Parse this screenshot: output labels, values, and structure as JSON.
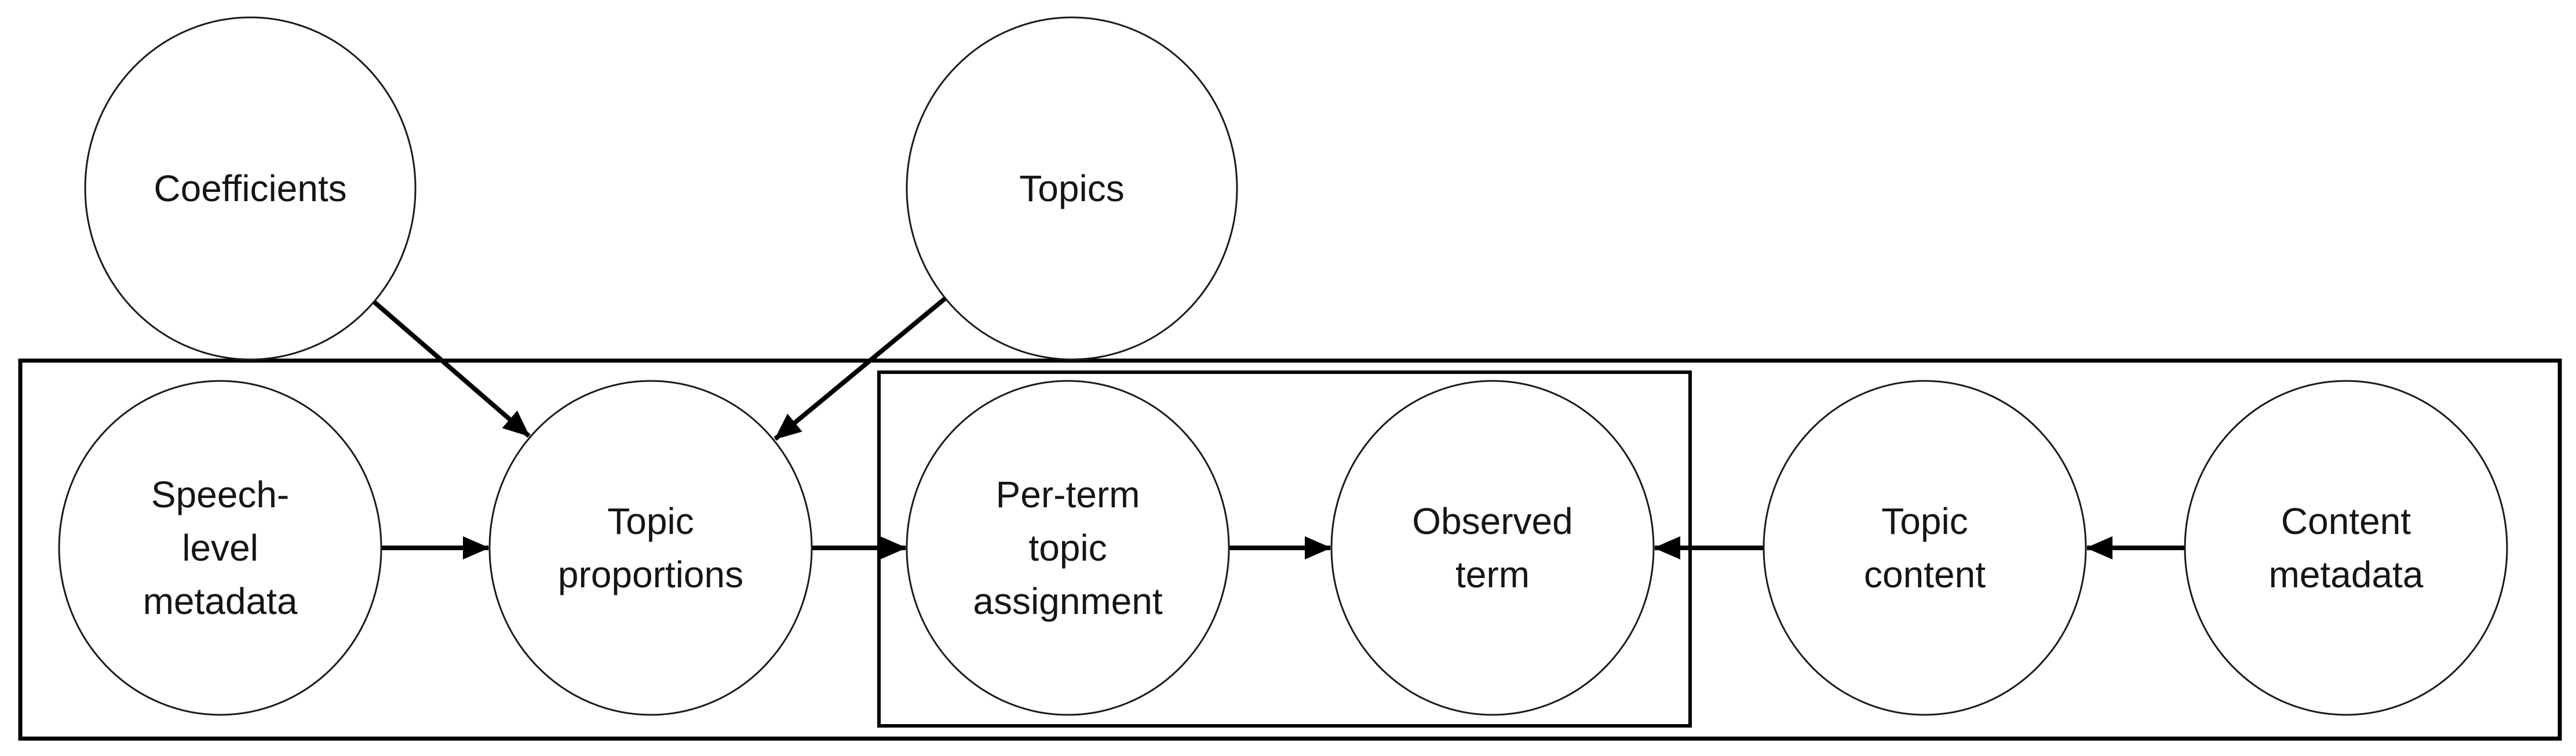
{
  "diagram": {
    "kind": "plate-notation-graphical-model",
    "background_color": "#ffffff",
    "outline_color": "#000000",
    "text_color": "#151515",
    "nodes": {
      "coefficients": {
        "label": "Coefficients",
        "lines": [
          "Coefficients"
        ]
      },
      "topics": {
        "label": "Topics",
        "lines": [
          "Topics"
        ]
      },
      "speech_level_metadata": {
        "label": "Speech-level metadata",
        "lines": [
          "Speech-",
          "level",
          "metadata"
        ]
      },
      "topic_proportions": {
        "label": "Topic proportions",
        "lines": [
          "Topic",
          "proportions"
        ]
      },
      "per_term_topic_assignment": {
        "label": "Per-term topic assignment",
        "lines": [
          "Per-term",
          "topic",
          "assignment"
        ]
      },
      "observed_term": {
        "label": "Observed term",
        "lines": [
          "Observed",
          "term"
        ]
      },
      "topic_content": {
        "label": "Topic content",
        "lines": [
          "Topic",
          "content"
        ]
      },
      "content_metadata": {
        "label": "Content metadata",
        "lines": [
          "Content",
          "metadata"
        ]
      }
    },
    "edges": [
      {
        "from": "coefficients",
        "to": "topic_proportions"
      },
      {
        "from": "topics",
        "to": "topic_proportions"
      },
      {
        "from": "speech_level_metadata",
        "to": "topic_proportions"
      },
      {
        "from": "topic_proportions",
        "to": "per_term_topic_assignment"
      },
      {
        "from": "per_term_topic_assignment",
        "to": "observed_term"
      },
      {
        "from": "topic_content",
        "to": "observed_term"
      },
      {
        "from": "content_metadata",
        "to": "topic_content"
      }
    ],
    "plates": {
      "outer": {
        "contains": [
          "speech_level_metadata",
          "topic_proportions",
          "per_term_topic_assignment",
          "observed_term",
          "topic_content",
          "content_metadata"
        ]
      },
      "inner": {
        "contains": [
          "per_term_topic_assignment",
          "observed_term"
        ]
      }
    }
  }
}
